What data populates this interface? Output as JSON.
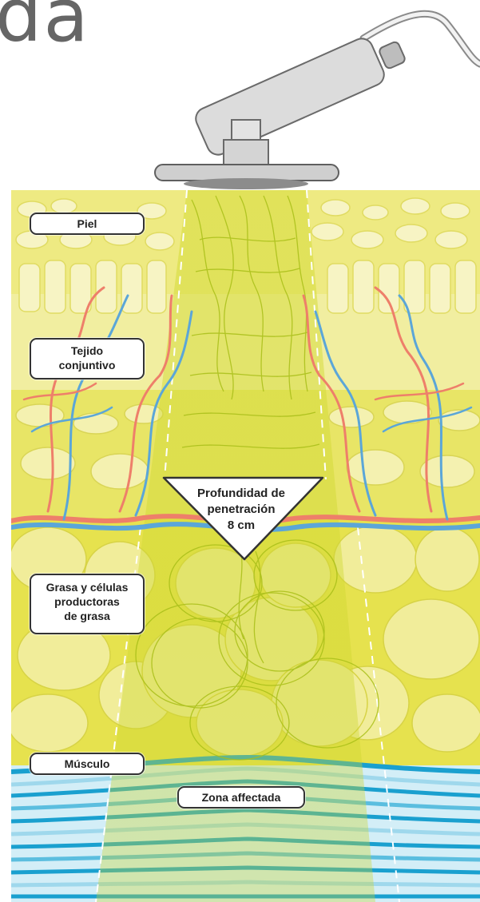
{
  "heading_fragment": "da",
  "labels": {
    "piel": "Piel",
    "tejido_line1": "Tejido",
    "tejido_line2": "conjuntivo",
    "grasa_line1": "Grasa y células",
    "grasa_line2": "productoras",
    "grasa_line3": "de grasa",
    "musculo": "Músculo",
    "zona": "Zona affectada"
  },
  "depth_marker": {
    "line1": "Profundidad de",
    "line2": "penetración",
    "line3": "8 cm"
  },
  "colors": {
    "skin": "#ece878",
    "fat": "#e6e24e",
    "fat_cell": "#f3f0a8",
    "beam_line": "#a9bf18",
    "artery": "#ee7f6a",
    "vein": "#5ba6d8",
    "muscle_blue": "#1aa0cf",
    "muscle_light": "#9fd8ec",
    "device": "#dcdcdc"
  }
}
